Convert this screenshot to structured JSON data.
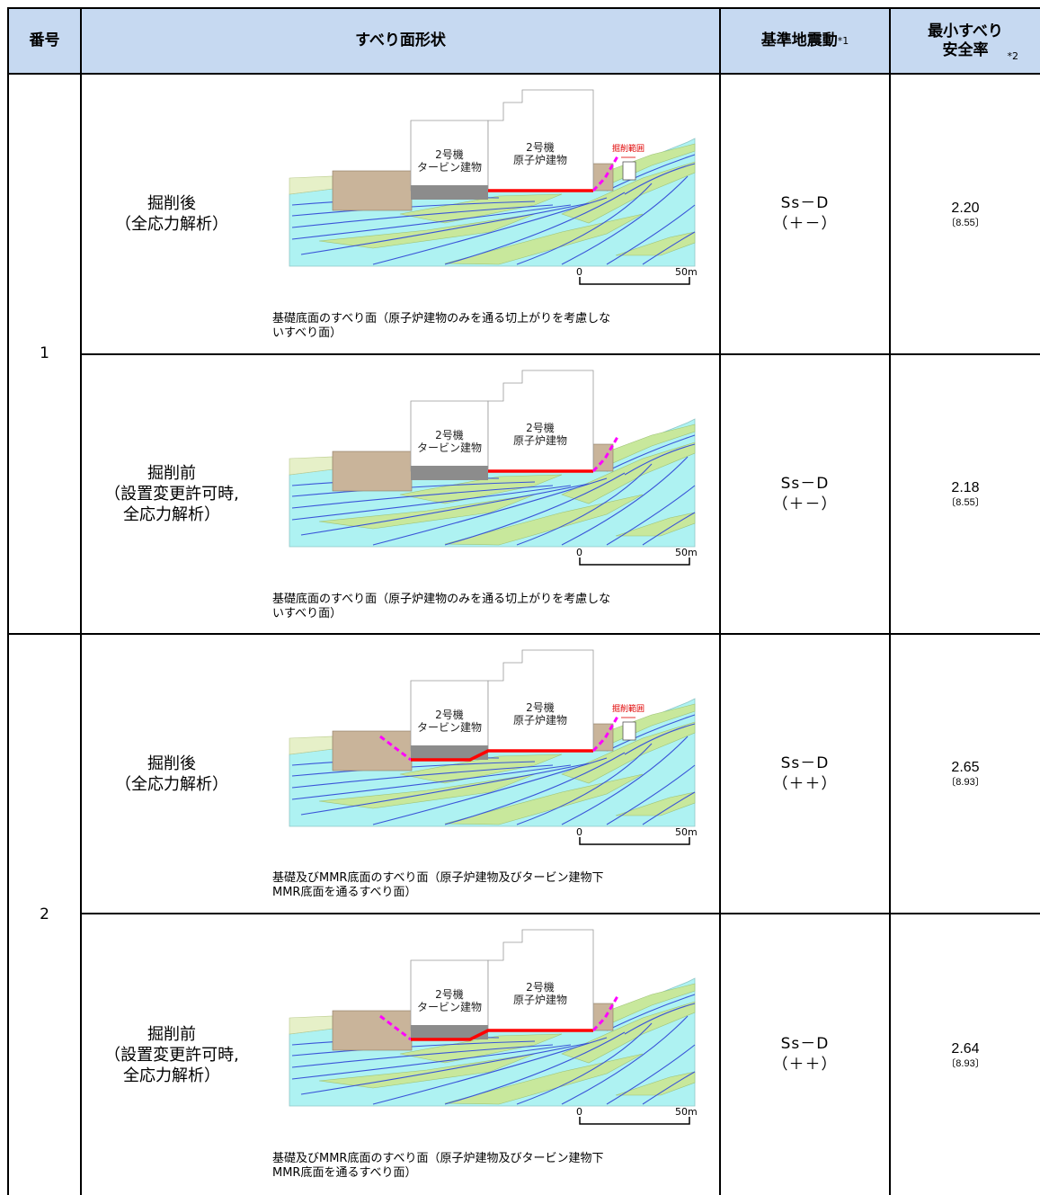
{
  "header": {
    "col1": "番号",
    "col2": "すべり面形状",
    "col3": "基準地震動",
    "col3_note": "*1",
    "col4": "最小すべり\n安全率",
    "col4_note": "*2"
  },
  "groups": [
    {
      "number": "1"
    },
    {
      "number": "2"
    }
  ],
  "rows": [
    {
      "case": "掘削後\n（全応力解析）",
      "motion": "Ss－D\n（＋－）",
      "factor": "2.20",
      "factor_sub": "〔8.55〕",
      "caption": "基礎底面のすべり面（原子炉建物のみを通る切上がりを考慮しな\nいすべり面）",
      "fig": {
        "turbine": [
          "2号機",
          "タービン建物"
        ],
        "reactor": [
          "2号機",
          "原子炉建物"
        ],
        "excavation": "掘削範囲",
        "scale0": "0",
        "scale50": "50m"
      }
    },
    {
      "case": "掘削前\n（設置変更許可時,\n全応力解析）",
      "motion": "Ss－D\n（＋－）",
      "factor": "2.18",
      "factor_sub": "〔8.55〕",
      "caption": "基礎底面のすべり面（原子炉建物のみを通る切上がりを考慮しな\nいすべり面）",
      "fig": {
        "turbine": [
          "2号機",
          "タービン建物"
        ],
        "reactor": [
          "2号機",
          "原子炉建物"
        ],
        "excavation": "",
        "scale0": "0",
        "scale50": "50m"
      }
    },
    {
      "case": "掘削後\n（全応力解析）",
      "motion": "Ss－D\n（＋＋）",
      "factor": "2.65",
      "factor_sub": "〔8.93〕",
      "caption": "基礎及びMMR底面のすべり面（原子炉建物及びタービン建物下\nMMR底面を通るすべり面）",
      "fig": {
        "turbine": [
          "2号機",
          "タービン建物"
        ],
        "reactor": [
          "2号機",
          "原子炉建物"
        ],
        "excavation": "掘削範囲",
        "scale0": "0",
        "scale50": "50m"
      }
    },
    {
      "case": "掘削前\n（設置変更許可時,\n全応力解析）",
      "motion": "Ss－D\n（＋＋）",
      "factor": "2.64",
      "factor_sub": "〔8.93〕",
      "caption": "基礎及びMMR底面のすべり面（原子炉建物及びタービン建物下\nMMR底面を通るすべり面）",
      "fig": {
        "turbine": [
          "2号機",
          "タービン建物"
        ],
        "reactor": [
          "2号機",
          "原子炉建物"
        ],
        "excavation": "",
        "scale0": "0",
        "scale50": "50m"
      }
    }
  ],
  "colors": {
    "header_bg": "#c6d9f1",
    "slip": "#ff0000",
    "slip_dash": "#ff00ff",
    "ground": "#aef2f2",
    "layer": "#c8e89c",
    "fill": "#c9b49a"
  }
}
